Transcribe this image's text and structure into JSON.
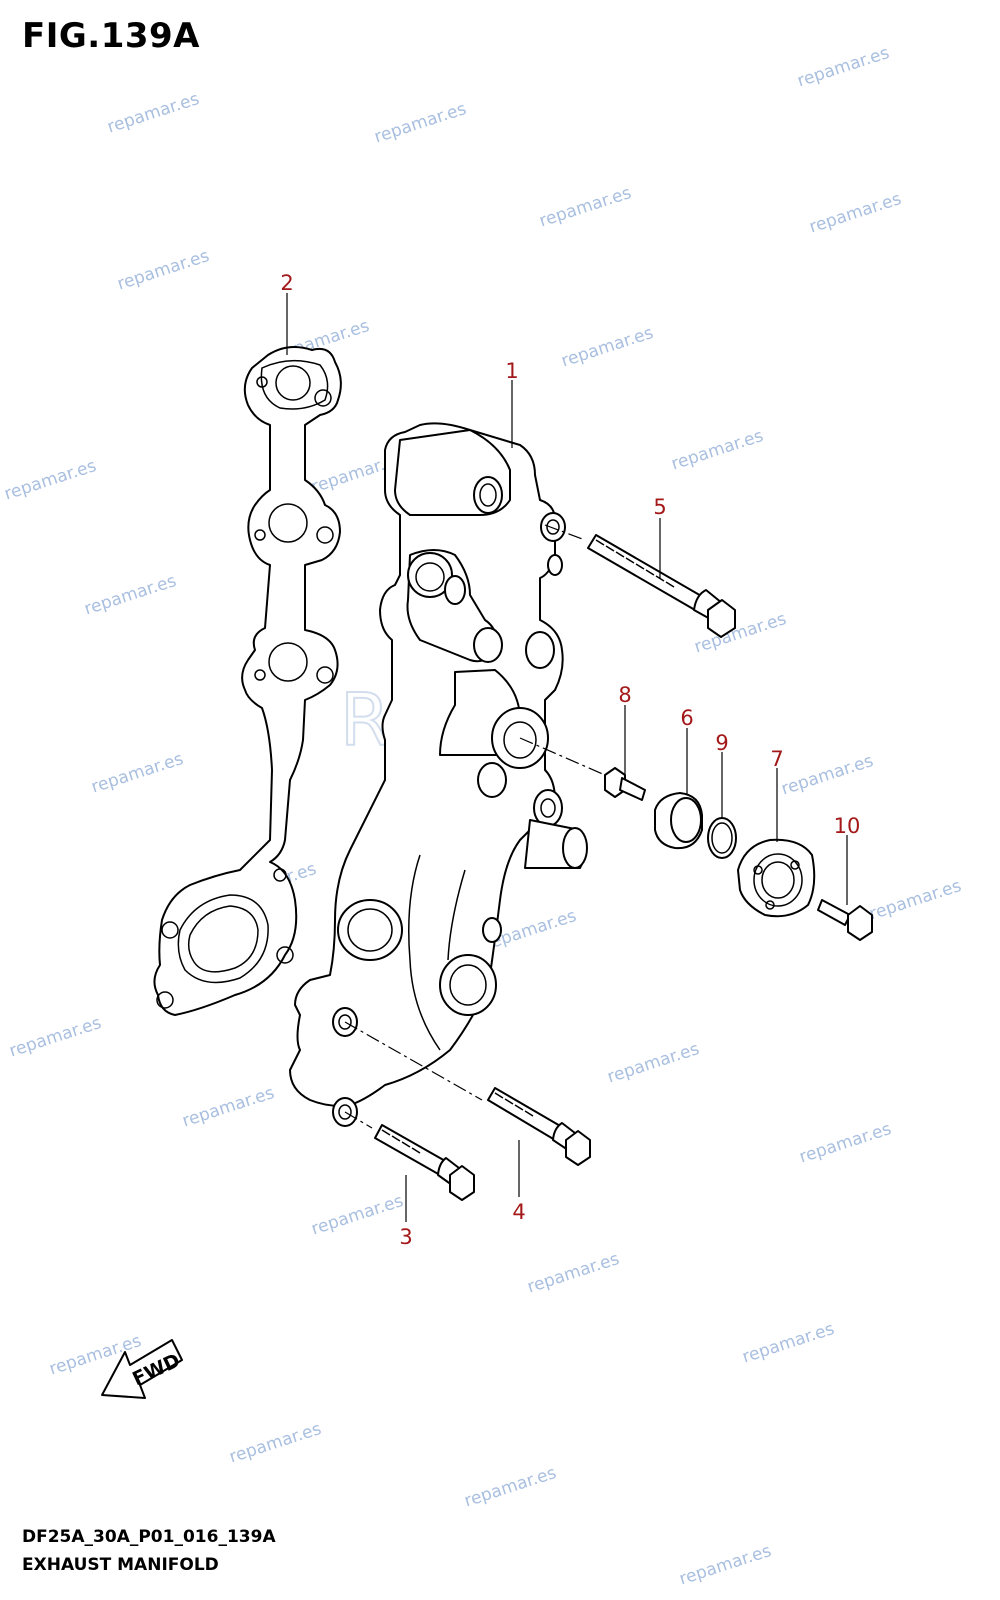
{
  "figure": {
    "title": "FIG.139A",
    "code": "DF25A_30A_P01_016_139A",
    "name": "EXHAUST MANIFOLD"
  },
  "callouts": [
    {
      "id": "1",
      "label": "1",
      "part": "exhaust manifold"
    },
    {
      "id": "2",
      "label": "2",
      "part": "gasket"
    },
    {
      "id": "3",
      "label": "3",
      "part": "bolt"
    },
    {
      "id": "4",
      "label": "4",
      "part": "bolt"
    },
    {
      "id": "5",
      "label": "5",
      "part": "bolt"
    },
    {
      "id": "6",
      "label": "6",
      "part": "cap"
    },
    {
      "id": "7",
      "label": "7",
      "part": "cover"
    },
    {
      "id": "8",
      "label": "8",
      "part": "screw"
    },
    {
      "id": "9",
      "label": "9",
      "part": "o-ring"
    },
    {
      "id": "10",
      "label": "10",
      "part": "bolt"
    }
  ],
  "fwd_arrow": {
    "label": "FWD",
    "icon": "fwd-arrow-icon"
  },
  "watermark": {
    "text": "repamar.es",
    "logo_text": "REPAMAR"
  },
  "colors": {
    "callout": "#a31818",
    "watermark": "#a9bfe0",
    "line": "#000000"
  }
}
